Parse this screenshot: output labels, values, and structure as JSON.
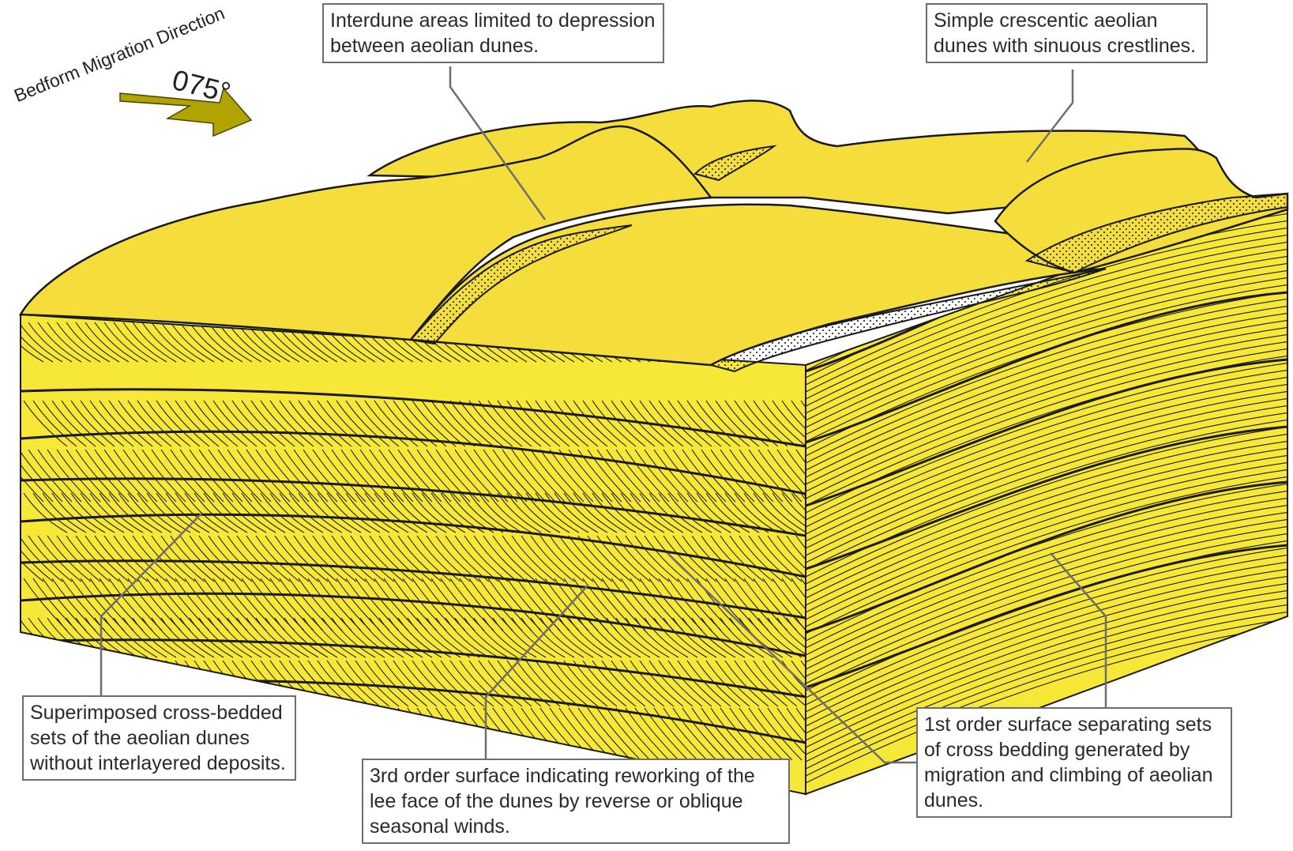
{
  "legend": {
    "migration_direction": "Bedform Migration Direction",
    "bearing": "075°"
  },
  "callouts": {
    "interdune": [
      "Interdune areas limited to depression",
      "between aeolian dunes."
    ],
    "crescentic": [
      "Simple crescentic aeolian",
      "dunes with sinuous crestlines."
    ],
    "superimposed": [
      "Superimposed cross-bedded",
      "sets of the aeolian dunes",
      "without interlayered deposits."
    ],
    "third_order": [
      "3rd order surface indicating reworking of the",
      "lee face of the dunes by reverse or oblique",
      "seasonal winds."
    ],
    "first_order": [
      "1st order surface separating sets",
      "of cross bedding generated by",
      "migration and climbing of aeolian",
      "dunes."
    ]
  },
  "colors": {
    "sand": "#f7e838",
    "sand_top": "#f5de3c",
    "interdune": "#efd64a",
    "arrow": "#b1a400",
    "line": "#1a1a1a",
    "leader": "#6e6e6e"
  }
}
